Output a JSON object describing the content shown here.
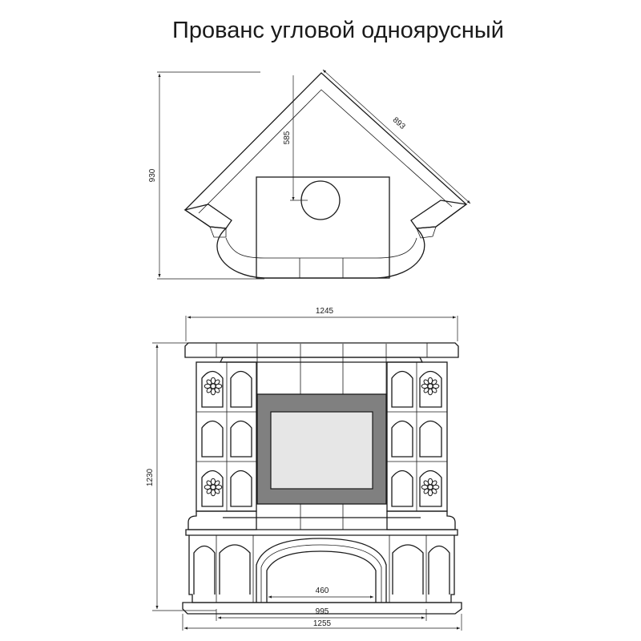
{
  "title": "Прованс угловой одноярусный",
  "dimensions": {
    "plan_height": "930",
    "plan_diagonal": "893",
    "plan_depth": "585",
    "front_top_width": "1245",
    "front_height": "1230",
    "firebox_width": "460",
    "base_inner_width": "995",
    "base_outer_width": "1255"
  },
  "colors": {
    "line": "#1a1a1a",
    "firebox_frame": "#808080",
    "glass": "#e6e6e6",
    "background": "#ffffff"
  }
}
